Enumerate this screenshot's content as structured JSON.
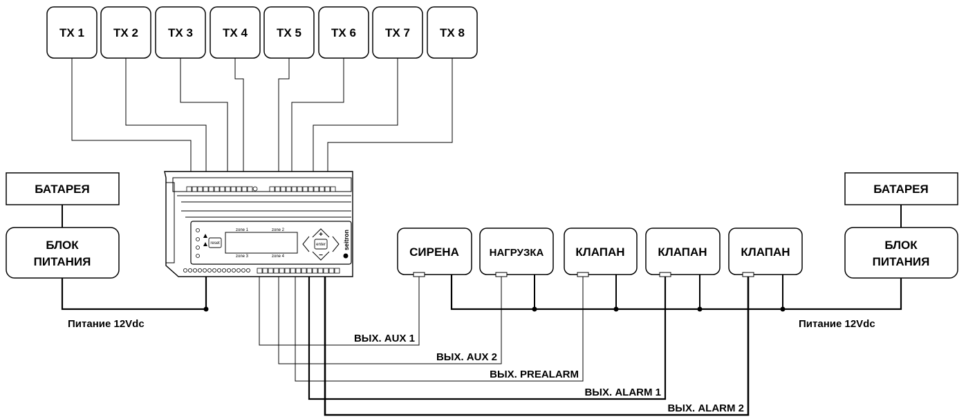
{
  "transmitters": [
    "TX 1",
    "TX 2",
    "TX 3",
    "TX 4",
    "TX 5",
    "TX 6",
    "TX 7",
    "TX 8"
  ],
  "left": {
    "battery": "БАТАРЕЯ",
    "psu_line1": "БЛОК",
    "psu_line2": "ПИТАНИЯ",
    "power_label": "Питание 12Vdc"
  },
  "right": {
    "battery": "БАТАРЕЯ",
    "psu_line1": "БЛОК",
    "psu_line2": "ПИТАНИЯ",
    "power_label": "Питание 12Vdc"
  },
  "outputs": [
    "СИРЕНА",
    "НАГРУЗКА",
    "КЛАПАН",
    "КЛАПАН",
    "КЛАПАН"
  ],
  "wire_labels": [
    "ВЫХ. AUX 1",
    "ВЫХ. AUX 2",
    "ВЫХ. PREALARM",
    "ВЫХ. ALARM 1",
    "ВЫХ. ALARM 2"
  ],
  "device": {
    "brand": "seitron",
    "reset": "reset",
    "enter": "enter",
    "zone1": "zone 1",
    "zone2": "zone 2",
    "zone3": "zone 3",
    "zone4": "zone 4"
  }
}
